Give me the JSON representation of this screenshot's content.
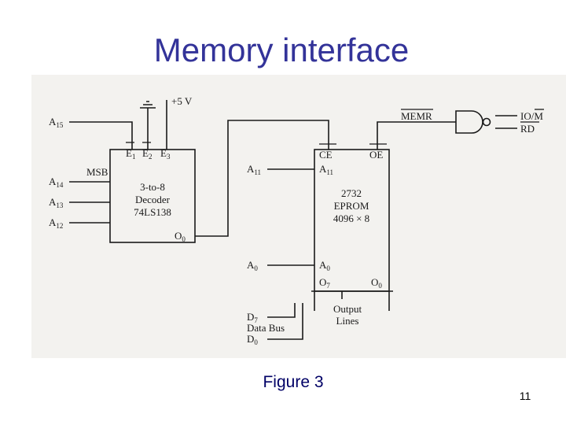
{
  "slide": {
    "title": "Memory interface",
    "caption": "Figure 3",
    "page_number": "11"
  },
  "schematic": {
    "power_label": "+5 V",
    "left_inputs": [
      "A",
      "A",
      "A",
      "A"
    ],
    "left_input_subscripts": [
      "15",
      "14",
      "13",
      "12"
    ],
    "msb_label": "MSB",
    "decoder": {
      "enable_pins": [
        "E",
        "E",
        "E"
      ],
      "enable_subscripts": [
        "1",
        "2",
        "3"
      ],
      "lines": [
        "3-to-8",
        "Decoder",
        "74LS138"
      ],
      "output_pin": "O",
      "output_subscript": "0"
    },
    "eprom": {
      "ce_label": "CE",
      "oe_label": "OE",
      "a11_label": "A",
      "a11_subscript": "11",
      "lines": [
        "2732",
        "EPROM",
        "4096 × 8"
      ],
      "a0_label": "A",
      "a0_subscript": "0",
      "o7_label": "O",
      "o7_subscript": "7",
      "o0_label": "O",
      "o0_subscript": "0"
    },
    "address_labels": {
      "a11": "A",
      "a11_subscript": "11",
      "a0": "A",
      "a0_subscript": "0"
    },
    "memr_label": "MEMR",
    "iom_label": "IO/M",
    "rd_label": "RD",
    "data_bus": {
      "d7": "D",
      "d7_subscript": "7",
      "label": "Data Bus",
      "d0": "D",
      "d0_subscript": "0"
    },
    "output_lines": [
      "Output",
      "Lines"
    ]
  }
}
